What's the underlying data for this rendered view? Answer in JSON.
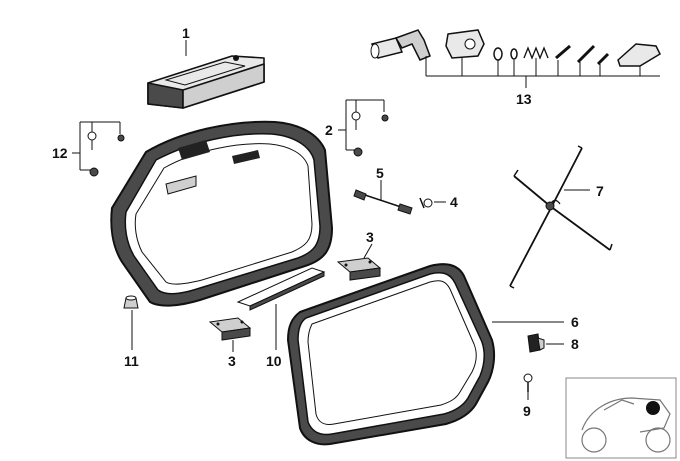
{
  "callouts": {
    "c1": "1",
    "c2": "2",
    "c3a": "3",
    "c3b": "3",
    "c4": "4",
    "c5": "5",
    "c6": "6",
    "c7": "7",
    "c8": "8",
    "c9": "9",
    "c10": "10",
    "c11": "11",
    "c12": "12",
    "c13": "13"
  },
  "colors": {
    "line": "#111111",
    "part_shadow": "#4a4a4a",
    "part_fill": "#e9e9e9",
    "thumbnail_border": "#888888"
  },
  "icons": {
    "thumbnail": "motorcycle-location-thumbnail"
  }
}
